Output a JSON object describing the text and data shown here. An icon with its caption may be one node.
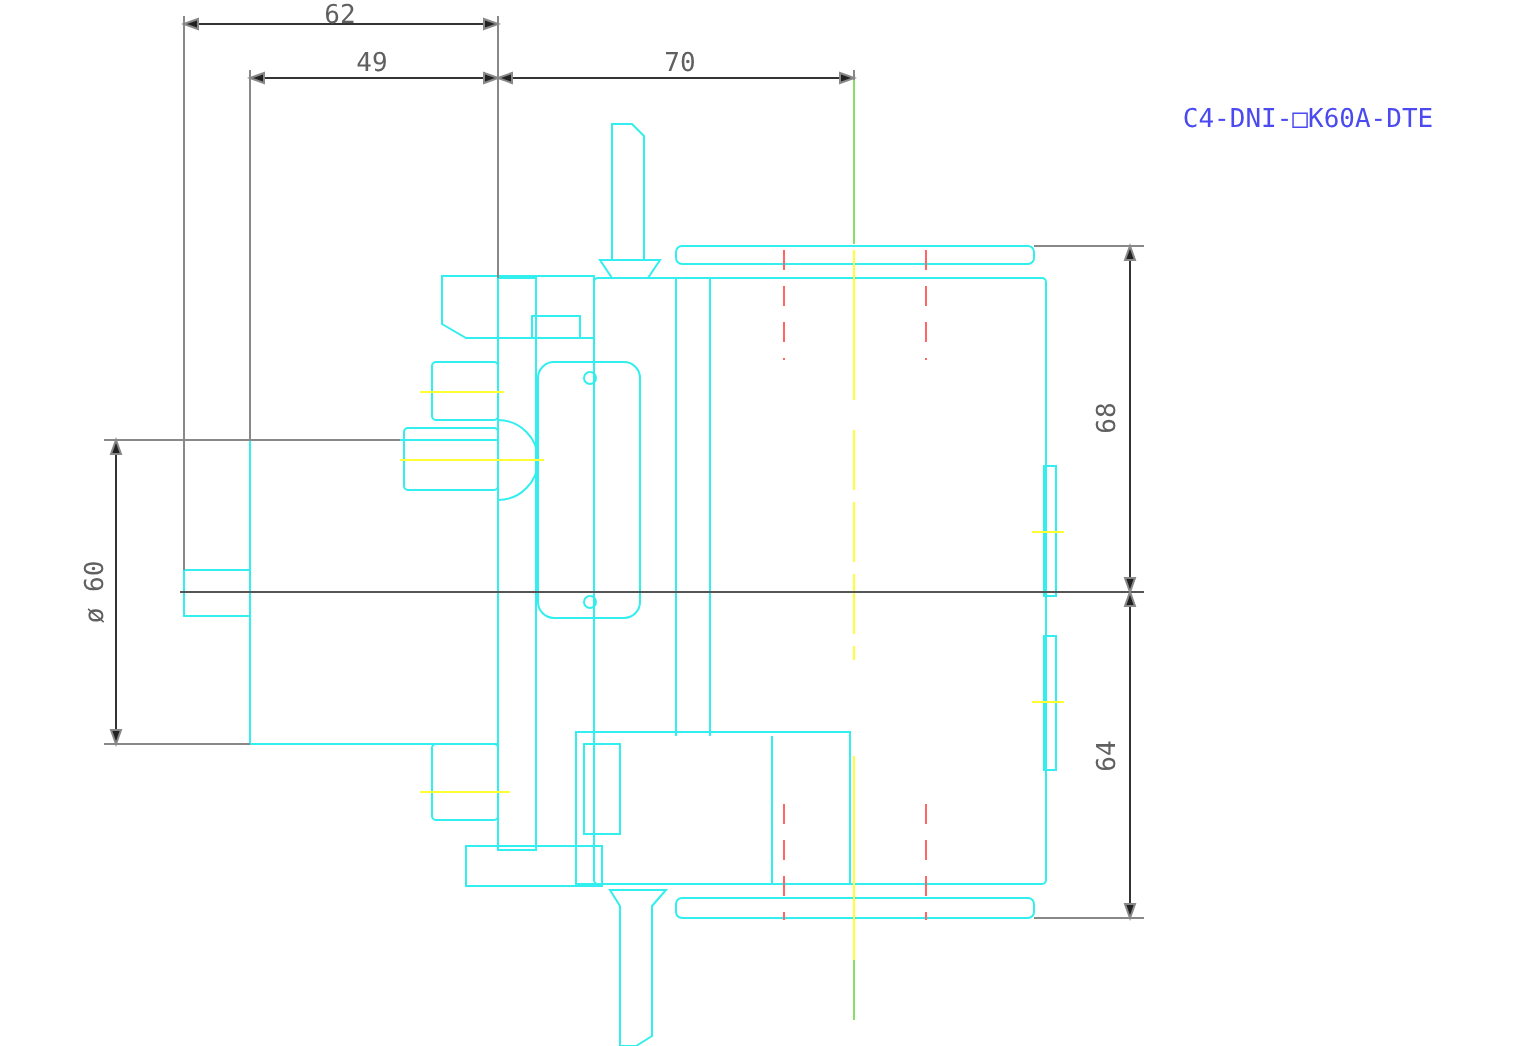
{
  "diagram": {
    "labels": [
      "62",
      "49",
      "70",
      "C4-DNI-□K60A-DTE",
      "68",
      "ø 60",
      "64"
    ]
  }
}
